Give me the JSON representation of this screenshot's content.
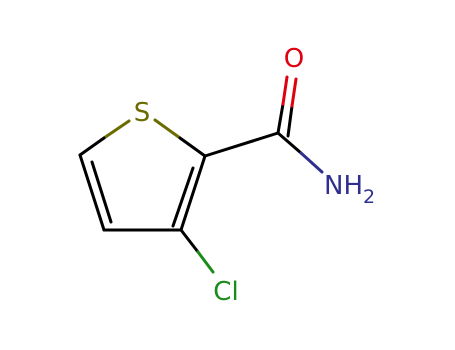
{
  "molecule": {
    "atoms": {
      "sulfur": {
        "symbol": "S",
        "color": "#6b6b00"
      },
      "oxygen": {
        "symbol": "O",
        "color": "#e0000f"
      },
      "amide_nitrogen": {
        "symbol": "NH",
        "subscript": "2",
        "color": "#2f2f8f"
      },
      "chlorine": {
        "symbol": "Cl",
        "color": "#1a8c1a"
      }
    },
    "bond_color": "#000000"
  }
}
